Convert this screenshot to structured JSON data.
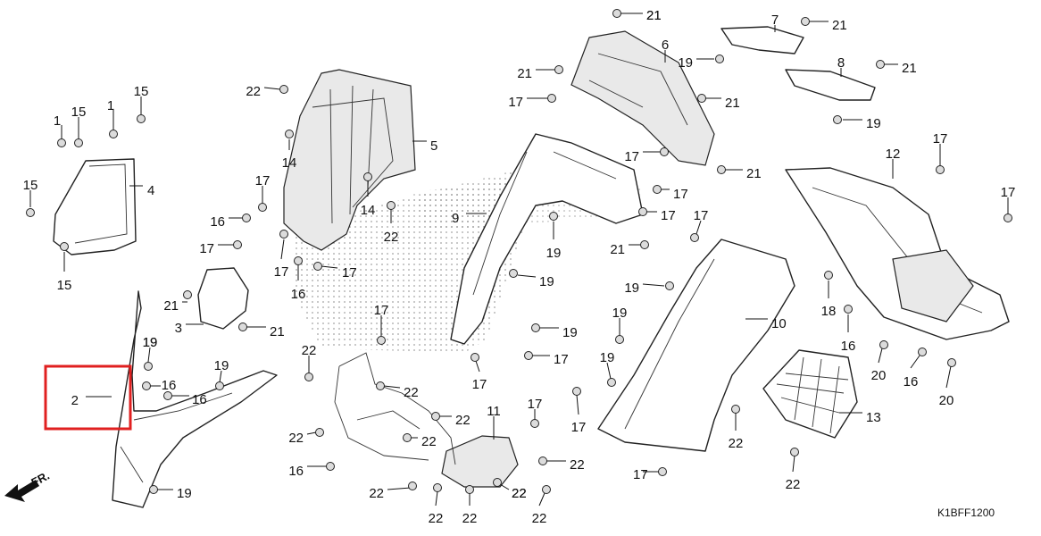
{
  "diagram": {
    "code": "K1BFF1200",
    "fr_label": "FR.",
    "highlight_color": "#e02020",
    "callouts": [
      {
        "id": "c1a",
        "label": "1"
      },
      {
        "id": "c1b",
        "label": "1"
      },
      {
        "id": "c2",
        "label": "2"
      },
      {
        "id": "c3",
        "label": "3"
      },
      {
        "id": "c4",
        "label": "4"
      },
      {
        "id": "c5",
        "label": "5"
      },
      {
        "id": "c6",
        "label": "6"
      },
      {
        "id": "c7",
        "label": "7"
      },
      {
        "id": "c8",
        "label": "8"
      },
      {
        "id": "c9",
        "label": "9"
      },
      {
        "id": "c10",
        "label": "10"
      },
      {
        "id": "c11",
        "label": "11"
      },
      {
        "id": "c12",
        "label": "12"
      },
      {
        "id": "c13",
        "label": "13"
      },
      {
        "id": "c14a",
        "label": "14"
      },
      {
        "id": "c14b",
        "label": "14"
      },
      {
        "id": "c15a",
        "label": "15"
      },
      {
        "id": "c15b",
        "label": "15"
      },
      {
        "id": "c15c",
        "label": "15"
      },
      {
        "id": "c15d",
        "label": "15"
      },
      {
        "id": "c16a",
        "label": "16"
      },
      {
        "id": "c16b",
        "label": "16"
      },
      {
        "id": "c16c",
        "label": "16"
      },
      {
        "id": "c16d",
        "label": "16"
      },
      {
        "id": "c16e",
        "label": "16"
      },
      {
        "id": "c16f",
        "label": "16"
      },
      {
        "id": "c16g",
        "label": "16"
      },
      {
        "id": "c17a",
        "label": "17"
      },
      {
        "id": "c17b",
        "label": "17"
      },
      {
        "id": "c17c",
        "label": "17"
      },
      {
        "id": "c17d",
        "label": "17"
      },
      {
        "id": "c17e",
        "label": "17"
      },
      {
        "id": "c17f",
        "label": "17"
      },
      {
        "id": "c17g",
        "label": "17"
      },
      {
        "id": "c17h",
        "label": "17"
      },
      {
        "id": "c17i",
        "label": "17"
      },
      {
        "id": "c17j",
        "label": "17"
      },
      {
        "id": "c17k",
        "label": "17"
      },
      {
        "id": "c17l",
        "label": "17"
      },
      {
        "id": "c17m",
        "label": "17"
      },
      {
        "id": "c17n",
        "label": "17"
      },
      {
        "id": "c17o",
        "label": "17"
      },
      {
        "id": "c17p",
        "label": "17"
      },
      {
        "id": "c17q",
        "label": "17"
      },
      {
        "id": "c18",
        "label": "18"
      },
      {
        "id": "c19a",
        "label": "19"
      },
      {
        "id": "c19b",
        "label": "19"
      },
      {
        "id": "c19c",
        "label": "19"
      },
      {
        "id": "c19d",
        "label": "19"
      },
      {
        "id": "c19e",
        "label": "19"
      },
      {
        "id": "c19f",
        "label": "19"
      },
      {
        "id": "c19g",
        "label": "19"
      },
      {
        "id": "c19h",
        "label": "19"
      },
      {
        "id": "c19i",
        "label": "19"
      },
      {
        "id": "c19j",
        "label": "19"
      },
      {
        "id": "c19k",
        "label": "19"
      },
      {
        "id": "c19l",
        "label": "19"
      },
      {
        "id": "c20a",
        "label": "20"
      },
      {
        "id": "c20b",
        "label": "20"
      },
      {
        "id": "c21a",
        "label": "21"
      },
      {
        "id": "c21b",
        "label": "21"
      },
      {
        "id": "c21c",
        "label": "21"
      },
      {
        "id": "c21d",
        "label": "21"
      },
      {
        "id": "c21e",
        "label": "21"
      },
      {
        "id": "c21f",
        "label": "21"
      },
      {
        "id": "c21g",
        "label": "21"
      },
      {
        "id": "c21h",
        "label": "21"
      },
      {
        "id": "c21i",
        "label": "21"
      },
      {
        "id": "c21j",
        "label": "21"
      },
      {
        "id": "c22a",
        "label": "22"
      },
      {
        "id": "c22b",
        "label": "22"
      },
      {
        "id": "c22c",
        "label": "22"
      },
      {
        "id": "c22d",
        "label": "22"
      },
      {
        "id": "c22e",
        "label": "22"
      },
      {
        "id": "c22f",
        "label": "22"
      },
      {
        "id": "c22g",
        "label": "22"
      },
      {
        "id": "c22h",
        "label": "22"
      },
      {
        "id": "c22i",
        "label": "22"
      },
      {
        "id": "c22j",
        "label": "22"
      },
      {
        "id": "c22k",
        "label": "22"
      },
      {
        "id": "c22l",
        "label": "22"
      },
      {
        "id": "c22m",
        "label": "22"
      },
      {
        "id": "c22n",
        "label": "22"
      },
      {
        "id": "c22o",
        "label": "22"
      },
      {
        "id": "c22p",
        "label": "22"
      }
    ]
  }
}
